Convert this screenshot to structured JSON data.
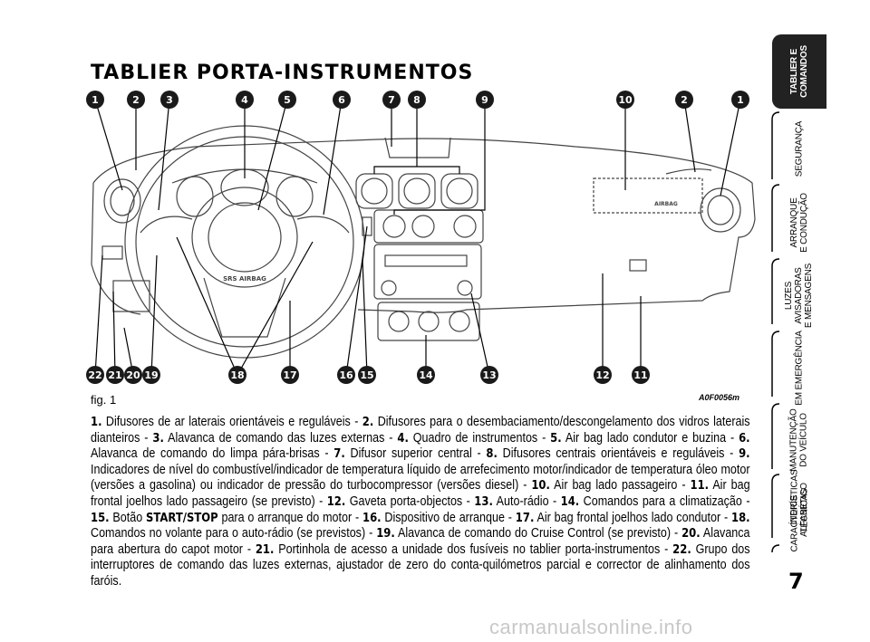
{
  "page": {
    "title": "TABLIER PORTA-INSTRUMENTOS",
    "figure_label": "fig. 1",
    "figure_code": "A0F0056m",
    "page_number": "7",
    "watermark": "carmanualsonline.info"
  },
  "figure": {
    "top_callouts": [
      "1",
      "2",
      "3",
      "4",
      "5",
      "6",
      "7",
      "8",
      "9",
      "10",
      "2",
      "1"
    ],
    "bottom_callouts": [
      "22",
      "21",
      "20",
      "19",
      "18",
      "17",
      "16",
      "15",
      "14",
      "13",
      "12",
      "11"
    ],
    "airbag_label": "SRS AIRBAG",
    "passenger_airbag_label": "AIRBAG"
  },
  "caption": [
    {
      "n": "1.",
      "t": " Difusores de ar laterais orientáveis e reguláveis - "
    },
    {
      "n": "2.",
      "t": " Difusores para o desembaciamento/descongelamento dos vidros laterais dianteiros - "
    },
    {
      "n": "3.",
      "t": " Alavanca de comando das luzes externas - "
    },
    {
      "n": "4.",
      "t": " Quadro de instrumentos - "
    },
    {
      "n": "5.",
      "t": " Air bag lado condutor e buzina - "
    },
    {
      "n": "6.",
      "t": " Alavanca de comando do limpa pára-brisas - "
    },
    {
      "n": "7.",
      "t": " Difusor superior central - "
    },
    {
      "n": "8.",
      "t": " Difusores centrais orientáveis e reguláveis - "
    },
    {
      "n": "9.",
      "t": " Indicadores de nível do combustível/indicador de temperatura líquido de arrefecimento motor/indicador de temperatura óleo motor (versões a gasolina) ou indicador de pressão do turbocompressor (versões diesel) - "
    },
    {
      "n": "10.",
      "t": " Air bag lado passageiro - "
    },
    {
      "n": "11.",
      "t": " Air bag frontal joelhos lado passageiro (se previsto) - "
    },
    {
      "n": "12.",
      "t": " Gaveta porta-objectos - "
    },
    {
      "n": "13.",
      "t": " Auto-rádio - "
    },
    {
      "n": "14.",
      "t": " Comandos para a climatização - "
    },
    {
      "n": "15.",
      "t": " Botão ",
      "b": "START/STOP",
      "t2": " para o arranque do motor - "
    },
    {
      "n": "16.",
      "t": " Dispositivo de arranque - "
    },
    {
      "n": "17.",
      "t": " Air bag frontal joelhos lado condutor - "
    },
    {
      "n": "18.",
      "t": " Comandos no volante para o auto-rádio (se previstos) - "
    },
    {
      "n": "19.",
      "t": " Alavanca de comando do Cruise Control (se previsto) - "
    },
    {
      "n": "20.",
      "t": " Alavanca para abertura do capot motor - "
    },
    {
      "n": "21.",
      "t": " Portinhola de acesso a unidade dos fusíveis no tablier porta-instrumentos - "
    },
    {
      "n": "22.",
      "t": " Grupo dos interruptores de comando das luzes externas, ajustador de zero do conta-quilómetros parcial e corrector de alinhamento dos faróis."
    }
  ],
  "sidebar": {
    "tabs": [
      {
        "label": "TABLIER E\nCOMANDOS",
        "active": true
      },
      {
        "label": "SEGURANÇA",
        "active": false
      },
      {
        "label": "ARRANQUE\nE CONDUÇÃO",
        "active": false
      },
      {
        "label": "LUZES\nAVISADORAS\nE MENSAGENS",
        "active": false
      },
      {
        "label": "EM EMERGÊNCIA",
        "active": false
      },
      {
        "label": "MANUTENÇÃO\nDO VEÍCULO",
        "active": false
      },
      {
        "label": "CARACTERÍSTICAS\nTÉCNICAS",
        "active": false
      },
      {
        "label": "ÍNDICE\nALFABÉTICO",
        "active": false
      }
    ]
  },
  "colors": {
    "callout": "#1a1a1a",
    "active_tab": "#222222",
    "line": "#000000",
    "drawing": "#444444",
    "watermark": "#c8c8c8"
  }
}
